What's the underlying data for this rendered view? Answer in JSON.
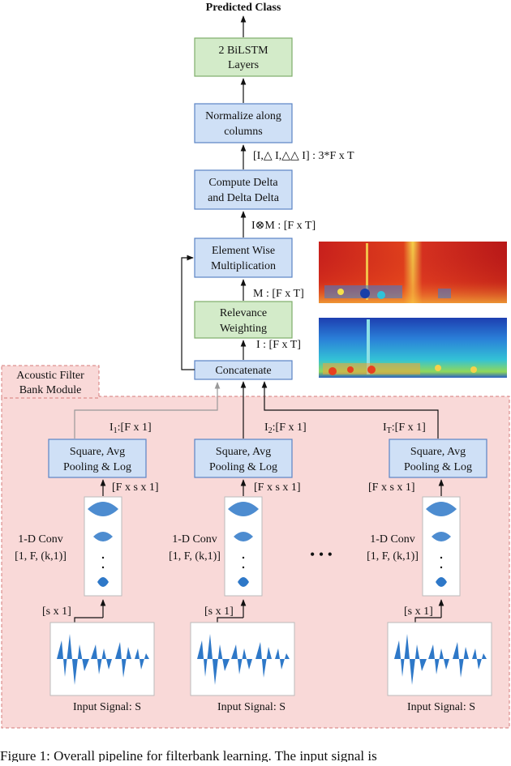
{
  "top_label": "Predicted Class",
  "boxes": {
    "bilstm": [
      "2 BiLSTM",
      "Layers"
    ],
    "normalize": [
      "Normalize along",
      "columns"
    ],
    "delta": [
      "Compute Delta",
      "and Delta Delta"
    ],
    "elementwise": [
      "Element Wise",
      "Multiplication"
    ],
    "relevance": [
      "Relevance",
      "Weighting"
    ],
    "concat": "Concatenate"
  },
  "edge_labels": {
    "delta_out": "[I,△ I,△△ I]  : 3*F x T",
    "prod": "I⊗M : [F x T]",
    "mask": "M : [F x T]",
    "input": "I : [F x T]"
  },
  "module": {
    "title_line1": "Acoustic Filter",
    "title_line2": "Bank Module"
  },
  "branches": [
    {
      "out_label": "I",
      "out_sub": "1",
      "out_dim": ":[F x 1]",
      "pool": [
        "Square, Avg",
        "Pooling & Log"
      ],
      "pool_in": "[F x s x 1]",
      "conv": [
        "1-D Conv",
        "[1, F, (k,1)]"
      ],
      "sig_in": "[s x 1]",
      "signal": "Input Signal: S"
    },
    {
      "out_label": "I",
      "out_sub": "2",
      "out_dim": ":[F x 1]",
      "pool": [
        "Square, Avg",
        "Pooling & Log"
      ],
      "pool_in": "[F x s x 1]",
      "conv": [
        "1-D Conv",
        "[1, F, (k,1)]"
      ],
      "sig_in": "[s x 1]",
      "signal": "Input Signal: S"
    },
    {
      "out_label": "I",
      "out_sub": "T",
      "out_dim": ":[F x 1]",
      "pool": [
        "Square, Avg",
        "Pooling & Log"
      ],
      "pool_in": "[F x s x 1]",
      "conv": [
        "1-D Conv",
        "[1, F, (k,1)]"
      ],
      "sig_in": "[s x 1]",
      "signal": "Input Signal: S"
    }
  ],
  "ellipsis": "•  •  •",
  "caption_fragment": "Figure 1: Overall pipeline for filterbank learning. The input signal is"
}
